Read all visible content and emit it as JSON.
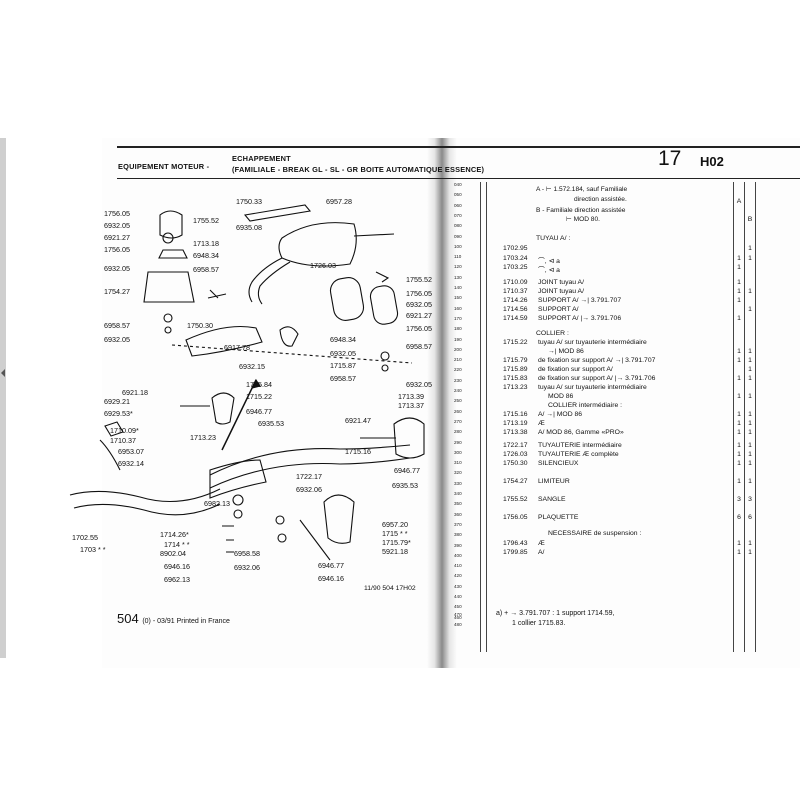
{
  "header": {
    "section": "EQUIPEMENT MOTEUR -",
    "subsection": "ECHAPPEMENT",
    "variants": "(FAMILIALE - BREAK GL - SL - GR BOITE AUTOMATIQUE ESSENCE)",
    "page_number": "17",
    "page_code": "H02"
  },
  "footer": {
    "model": "504",
    "edition": "(0) - 03/91 Printed in France",
    "drawing_ref": "11/90  504  17H02"
  },
  "drawing_labels": [
    {
      "text": "1756.05",
      "name": "callout-1756-05"
    },
    {
      "text": "6932.05",
      "name": "callout-6932-05"
    },
    {
      "text": "6921.27",
      "name": "callout-6921-27"
    },
    {
      "text": "1756.05",
      "name": "callout-1756-05b"
    },
    {
      "text": "6932.05",
      "name": "callout-6932-05b"
    },
    {
      "text": "1754.27",
      "name": "callout-1754-27"
    },
    {
      "text": "6958.57",
      "name": "callout-6958-57"
    },
    {
      "text": "6932.05",
      "name": "callout-6932-05c"
    },
    {
      "text": "1755.52",
      "name": "callout-1755-52"
    },
    {
      "text": "1713.18",
      "name": "callout-1713-18"
    },
    {
      "text": "6948.34",
      "name": "callout-6948-34"
    },
    {
      "text": "6958.57",
      "name": "callout-6958-57b"
    },
    {
      "text": "1750.33",
      "name": "callout-1750-33"
    },
    {
      "text": "6957.28",
      "name": "callout-6957-28"
    },
    {
      "text": "6935.08",
      "name": "callout-6935-08"
    },
    {
      "text": "1726.03",
      "name": "callout-1726-03"
    },
    {
      "text": "1755.52",
      "name": "callout-1755-52b"
    },
    {
      "text": "1756.05",
      "name": "callout-1756-05c"
    },
    {
      "text": "6932.05",
      "name": "callout-6932-05d"
    },
    {
      "text": "6921.27",
      "name": "callout-6921-27b"
    },
    {
      "text": "1756.05",
      "name": "callout-1756-05d"
    },
    {
      "text": "1750.30",
      "name": "callout-1750-30"
    },
    {
      "text": "6917.78",
      "name": "callout-6917-78"
    },
    {
      "text": "6948.34",
      "name": "callout-6948-34b"
    },
    {
      "text": "6958.57",
      "name": "callout-6958-57c"
    },
    {
      "text": "6932.05",
      "name": "callout-6932-05e"
    },
    {
      "text": "6932.15",
      "name": "callout-6932-15"
    },
    {
      "text": "1715.87",
      "name": "callout-1715-87"
    },
    {
      "text": "6958.57",
      "name": "callout-6958-57d"
    },
    {
      "text": "6932.05",
      "name": "callout-6932-05f"
    },
    {
      "text": "6921.18",
      "name": "callout-6921-18"
    },
    {
      "text": "1715.84",
      "name": "callout-1715-84"
    },
    {
      "text": "1715.22",
      "name": "callout-1715-22"
    },
    {
      "text": "6946.77",
      "name": "callout-6946-77"
    },
    {
      "text": "6935.53",
      "name": "callout-6935-53"
    },
    {
      "text": "1713.23",
      "name": "callout-1713-23"
    },
    {
      "text": "6929.21",
      "name": "callout-6929-21"
    },
    {
      "text": "6929.53*",
      "name": "callout-6929-53"
    },
    {
      "text": "1710.09*",
      "name": "callout-1710-09"
    },
    {
      "text": "1710.37",
      "name": "callout-1710-37"
    },
    {
      "text": "6953.07",
      "name": "callout-6953-07"
    },
    {
      "text": "6932.14",
      "name": "callout-6932-14"
    },
    {
      "text": "1713.39",
      "name": "callout-1713-39"
    },
    {
      "text": "1713.37",
      "name": "callout-1713-37"
    },
    {
      "text": "6921.47",
      "name": "callout-6921-47"
    },
    {
      "text": "1715.16",
      "name": "callout-1715-16"
    },
    {
      "text": "6946.77",
      "name": "callout-6946-77b"
    },
    {
      "text": "1722.17",
      "name": "callout-1722-17"
    },
    {
      "text": "6932.06",
      "name": "callout-6932-06"
    },
    {
      "text": "6935.53",
      "name": "callout-6935-53b"
    },
    {
      "text": "6982.13",
      "name": "callout-6982-13"
    },
    {
      "text": "1714.26*",
      "name": "callout-1714-26"
    },
    {
      "text": "1714 * *",
      "name": "callout-1714"
    },
    {
      "text": "8902.04",
      "name": "callout-8902-04"
    },
    {
      "text": "6946.16",
      "name": "callout-6946-16"
    },
    {
      "text": "6962.13",
      "name": "callout-6962-13"
    },
    {
      "text": "6958.58",
      "name": "callout-6958-58"
    },
    {
      "text": "6932.06",
      "name": "callout-6932-06b"
    },
    {
      "text": "6946.77",
      "name": "callout-6946-77c"
    },
    {
      "text": "6946.16",
      "name": "callout-6946-16b"
    },
    {
      "text": "6957.20",
      "name": "callout-6957-20"
    },
    {
      "text": "1715 * *",
      "name": "callout-1715"
    },
    {
      "text": "1715.79*",
      "name": "callout-1715-79"
    },
    {
      "text": "5921.18",
      "name": "callout-5921-18"
    },
    {
      "text": "1702.55",
      "name": "callout-1702-55"
    },
    {
      "text": "1703 * *",
      "name": "callout-1703"
    }
  ],
  "ref_numbers": [
    "040",
    "050",
    "060",
    "070",
    "080",
    "090",
    "100",
    "110",
    "120",
    "130",
    "140",
    "150",
    "160",
    "170",
    "180",
    "190",
    "200",
    "210",
    "220",
    "230",
    "240",
    "250",
    "260",
    "270",
    "280",
    "290",
    "300",
    "310",
    "320",
    "330",
    "340",
    "350",
    "360",
    "370",
    "380",
    "390",
    "400",
    "410",
    "420",
    "430",
    "440",
    "450",
    "460"
  ],
  "ref_numbers_bottom": [
    "470",
    "480"
  ],
  "notes": {
    "a1": "A - ⊢ 1.572.184, sauf Familiale",
    "a2": "direction assistée.",
    "a_col": "A",
    "b1": "B - Familiale    direction assistée",
    "b2": "⊢ MOD 80.",
    "b_col": "B"
  },
  "rows": [
    {
      "code": "",
      "desc": "TUYAU  A/  :",
      "q1": "",
      "q2": "",
      "heading": true
    },
    {
      "code": "1702.95",
      "desc": "",
      "q1": "",
      "q2": "1"
    },
    {
      "code": "1703.24",
      "desc": "⌒, ⊲ a",
      "q1": "1",
      "q2": "1"
    },
    {
      "code": "1703.25",
      "desc": "⌒, ⊲ a",
      "q1": "1",
      "q2": ""
    },
    {
      "code": "1710.09",
      "desc": "JOINT tuyau  A/",
      "q1": "1",
      "q2": ""
    },
    {
      "code": "1710.37",
      "desc": "JOINT tuyau  A/",
      "q1": "1",
      "q2": "1"
    },
    {
      "code": "1714.26",
      "desc": "SUPPORT  A/  →| 3.791.707",
      "q1": "1",
      "q2": ""
    },
    {
      "code": "1714.56",
      "desc": "SUPPORT  A/",
      "q1": "",
      "q2": "1"
    },
    {
      "code": "1714.59",
      "desc": "SUPPORT  A/  |→ 3.791.706",
      "q1": "1",
      "q2": ""
    },
    {
      "code": "",
      "desc": "COLLIER :",
      "q1": "",
      "q2": "",
      "heading": true
    },
    {
      "code": "1715.22",
      "desc": "tuyau  A/  sur tuyauterie intermédiaire",
      "q1": "",
      "q2": ""
    },
    {
      "code": "",
      "desc": "→| MOD 86",
      "q1": "1",
      "q2": "1"
    },
    {
      "code": "1715.79",
      "desc": "de fixation sur support  A/   →| 3.791.707",
      "q1": "1",
      "q2": "1"
    },
    {
      "code": "1715.89",
      "desc": "de fixation sur support  A/",
      "q1": "",
      "q2": "1"
    },
    {
      "code": "1715.83",
      "desc": "de fixation sur support  A/   |→ 3.791.706",
      "q1": "1",
      "q2": "1"
    },
    {
      "code": "1713.23",
      "desc": "tuyau  A/  sur tuyauterie intermédiaire",
      "q1": "",
      "q2": ""
    },
    {
      "code": "",
      "desc": "MOD 86",
      "q1": "1",
      "q2": "1"
    },
    {
      "code": "",
      "desc": "COLLIER intermédiaire :",
      "q1": "",
      "q2": ""
    },
    {
      "code": "1715.16",
      "desc": "A/   →| MOD 86",
      "q1": "1",
      "q2": "1"
    },
    {
      "code": "1713.19",
      "desc": "Æ",
      "q1": "1",
      "q2": "1"
    },
    {
      "code": "1713.38",
      "desc": "A/  MOD 86, Gamme «PRO»",
      "q1": "1",
      "q2": "1"
    },
    {
      "code": "1722.17",
      "desc": "TUYAUTERIE intermédiaire",
      "q1": "1",
      "q2": "1"
    },
    {
      "code": "1726.03",
      "desc": "TUYAUTERIE  Æ  complète",
      "q1": "1",
      "q2": "1"
    },
    {
      "code": "1750.30",
      "desc": "SILENCIEUX",
      "q1": "1",
      "q2": "1"
    },
    {
      "code": "1754.27",
      "desc": "LIMITEUR",
      "q1": "1",
      "q2": "1"
    },
    {
      "code": "1755.52",
      "desc": "SANGLE",
      "q1": "3",
      "q2": "3"
    },
    {
      "code": "1756.05",
      "desc": "PLAQUETTE",
      "q1": "6",
      "q2": "6"
    },
    {
      "code": "",
      "desc": "NECESSAIRE de suspension :",
      "q1": "",
      "q2": ""
    },
    {
      "code": "1796.43",
      "desc": "Æ",
      "q1": "1",
      "q2": "1"
    },
    {
      "code": "1799.85",
      "desc": "A/",
      "q1": "1",
      "q2": "1"
    }
  ],
  "footnote": {
    "line1": "a)  + → 3.791.707 : 1 support 1714.59,",
    "line2": "1 collier 1715.83."
  }
}
